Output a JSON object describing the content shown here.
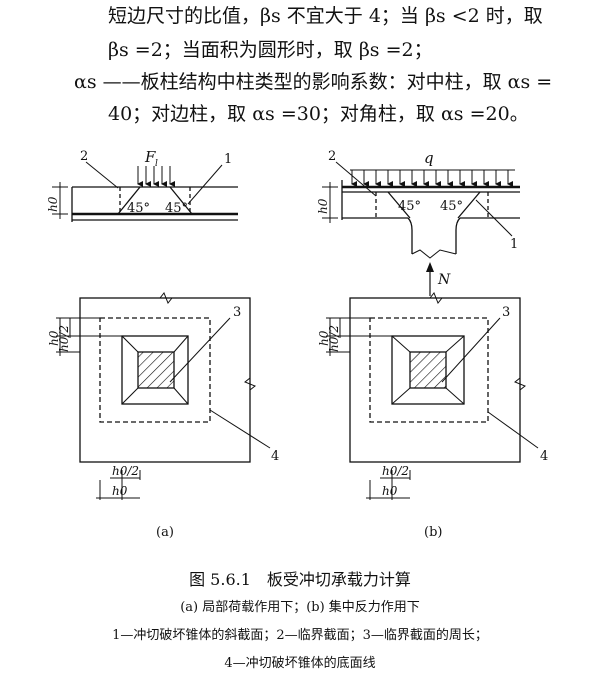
{
  "body_text": {
    "line1": "短边尺寸的比值，βs 不宜大于 4；当 βs <2 时，取",
    "line2": "βs =2；当面积为圆形时，取 βs =2；",
    "line3": "αs ——板柱结构中柱类型的影响系数：对中柱，取 αs =",
    "line4": "40；对边柱，取 αs =30；对角柱，取 αs =20。"
  },
  "figure": {
    "a": {
      "sublabel": "(a)",
      "load_label": "F",
      "load_sub": "l",
      "angle_left": "45°",
      "angle_right": "45°",
      "depth_label": "h0",
      "half_depth_label": "h0/2",
      "bottom_half_label": "h0/2",
      "bottom_depth_label": "h0",
      "callouts": [
        "1",
        "2",
        "3",
        "4"
      ]
    },
    "b": {
      "sublabel": "(b)",
      "load_label": "q",
      "reaction_label": "N",
      "angle_left": "45°",
      "angle_right": "45°",
      "depth_label": "h0",
      "half_depth_label": "h0/2",
      "bottom_half_label": "h0/2",
      "bottom_depth_label": "h0",
      "callouts": [
        "1",
        "2",
        "3",
        "4"
      ]
    }
  },
  "caption": {
    "title": "图 5.6.1　板受冲切承载力计算",
    "subtitle": "(a) 局部荷载作用下；(b) 集中反力作用下",
    "legend1": "1—冲切破坏锥体的斜截面；2—临界截面；3—临界截面的周长；",
    "legend2": "4—冲切破坏锥体的底面线"
  }
}
